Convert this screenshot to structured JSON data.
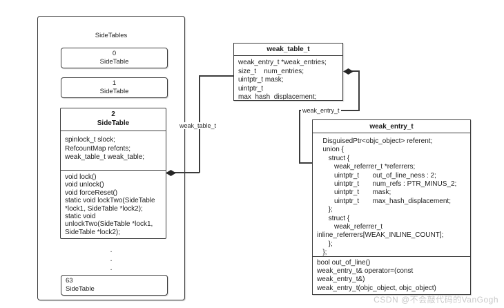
{
  "sidetables": {
    "title": "SideTables",
    "items": [
      {
        "index": "0",
        "label": "SideTable"
      },
      {
        "index": "1",
        "label": "SideTable"
      }
    ],
    "expanded": {
      "index": "2",
      "label": "SideTable",
      "fields": [
        "spinlock_t slock;",
        "RefcountMap refcnts;",
        "weak_table_t weak_table;"
      ],
      "methods": [
        "void lock()",
        "void unlock()",
        "void forceReset()",
        "static void lockTwo(SideTable",
        "*lock1, SideTable *lock2);",
        "static void",
        "unlockTwo(SideTable *lock1,",
        "SideTable *lock2);"
      ]
    },
    "ellipsis": [
      ".",
      ".",
      "."
    ],
    "last_item": {
      "index": "63",
      "label": "SideTable"
    }
  },
  "weak_table": {
    "title": "weak_table_t",
    "fields": [
      "weak_entry_t *weak_entries;",
      "size_t    num_entries;",
      "uintptr_t mask;",
      "uintptr_t",
      "max_hash_displacement;"
    ]
  },
  "weak_entry": {
    "title": "weak_entry_t",
    "fields": [
      "   DisguisedPtr<objc_object> referent;",
      "   union {",
      "      struct {",
      "         weak_referrer_t *referrers;",
      "         uintptr_t       out_of_line_ness : 2;",
      "         uintptr_t       num_refs : PTR_MINUS_2;",
      "         uintptr_t       mask;",
      "         uintptr_t       max_hash_displacement;",
      "      };",
      "      struct {",
      "         weak_referrer_t",
      "inline_referrers[WEAK_INLINE_COUNT];",
      "      };",
      "   };"
    ],
    "methods": [
      "bool out_of_line()",
      "weak_entry_t& operator=(const",
      "weak_entry_t&)",
      "weak_entry_t(objc_object, objc_object)"
    ]
  },
  "connectors": {
    "weak_table_label": "weak_table_t",
    "weak_entry_label": "weak_entry_t"
  },
  "watermark": "CSDN @不会敲代码的VanGogh"
}
